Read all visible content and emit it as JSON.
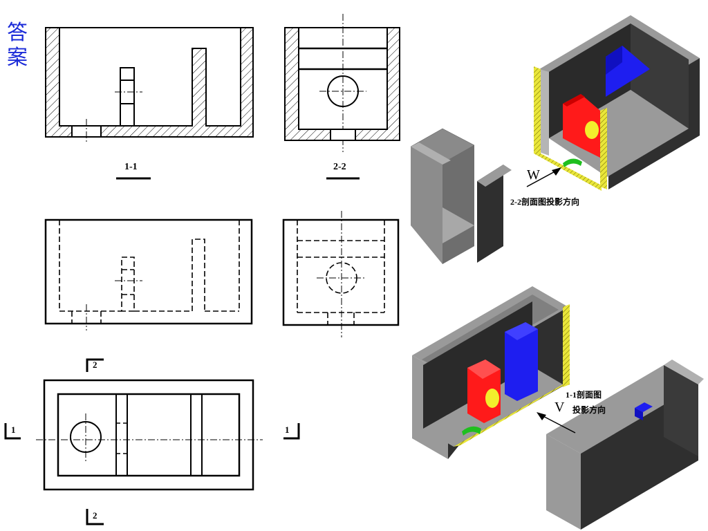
{
  "answer_label": [
    "答",
    "案"
  ],
  "section_labels": {
    "view_1_1": "1-1",
    "view_2_2": "2-2"
  },
  "cut_marks": {
    "top_left": "1",
    "top_right": "1",
    "upper": "2",
    "lower": "2"
  },
  "models": {
    "upper": {
      "direction_letter": "W",
      "caption": "2-2剖面图投影方向"
    },
    "lower": {
      "direction_letter": "V",
      "caption_line1": "1-1剖面图",
      "caption_line2": "投影方向"
    }
  },
  "colors": {
    "outline": "#000000",
    "hatch": "#000000",
    "model_outer": "#2f2f2f",
    "model_light": "#9a9a9a",
    "model_cut_face": "#e9e63a",
    "rib_red": "#ff1a1a",
    "rib_blue": "#1e1ef0",
    "hole_green": "#1fbf1f",
    "hole_yellow": "#f3ee2c",
    "answer_text": "#1a2ad8"
  }
}
